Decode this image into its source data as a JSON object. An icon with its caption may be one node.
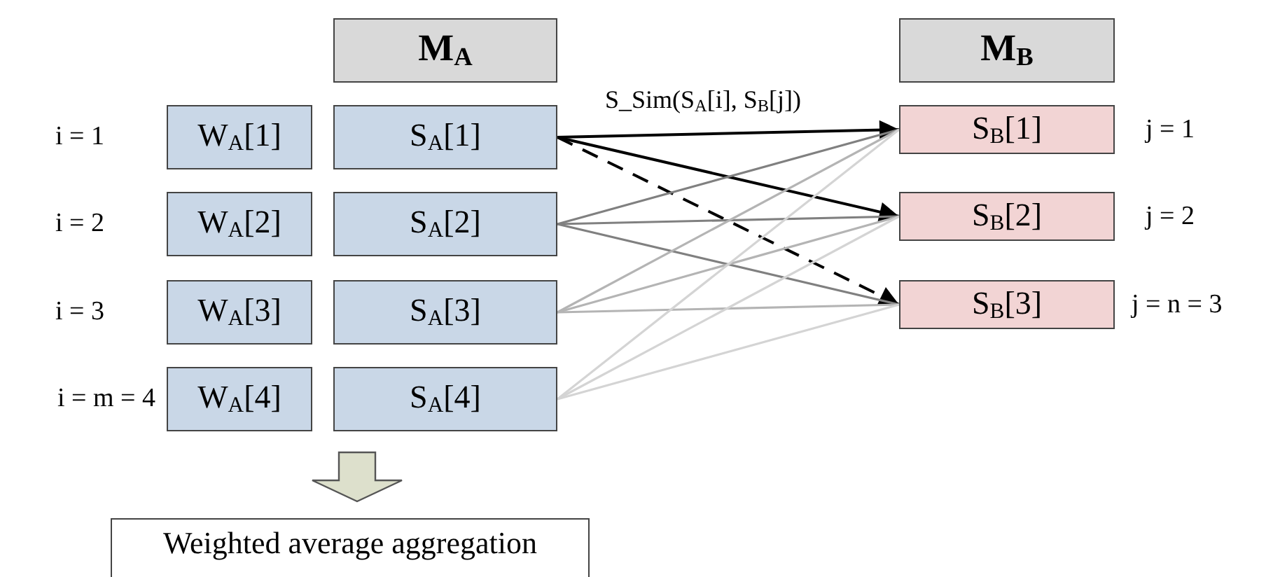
{
  "diagram": {
    "nodes": [
      {
        "text": [
          "M$_{A}$"
        ]
      },
      {
        "text": [
          "M$_{B}$"
        ]
      },
      {
        "text": [
          "W$_{A}$[1]"
        ],
        "beside": [
          "i = 1"
        ]
      },
      {
        "text": [
          "W$_{A}$[2]"
        ],
        "beside": [
          "i = 2"
        ]
      },
      {
        "text": [
          "W$_{A}$[3]"
        ],
        "beside": [
          "i = 3"
        ]
      },
      {
        "text": [
          "W$_{A}$[4]"
        ],
        "beside": [
          "i = m = 4"
        ]
      },
      {
        "text": [
          "S$_{A}$[1]"
        ]
      },
      {
        "text": [
          "S$_{A}$[2]"
        ]
      },
      {
        "text": [
          "S$_{A}$[3]"
        ]
      },
      {
        "text": [
          "S$_{A}$[4]"
        ]
      },
      {
        "text": [
          "S$_{B}$[1]"
        ],
        "beside": [
          "j = 1"
        ]
      },
      {
        "text": [
          "S$_{B}$[2]"
        ],
        "beside": [
          "j = 2"
        ]
      },
      {
        "text": [
          "S$_{B}$[3]"
        ],
        "beside": [
          "j = n = 3"
        ]
      },
      {
        "text": [
          "Weighted average aggregation"
        ]
      }
    ],
    "edges": [
      {
        "from": 6,
        "to": 10,
        "arrow": "to",
        "label": "S_Sim(S$_{A}$[i], S$_{B}$[j])",
        "color": "#000000"
      },
      {
        "from": 6,
        "to": 11,
        "arrow": "to",
        "color": "#000000"
      },
      {
        "from": 6,
        "to": 12,
        "arrow": "to",
        "style": "dashed",
        "color": "#000000"
      },
      {
        "from": 7,
        "to": 10,
        "arrow": "none",
        "color": "#808080"
      },
      {
        "from": 7,
        "to": 11,
        "arrow": "none",
        "color": "#808080"
      },
      {
        "from": 7,
        "to": 12,
        "arrow": "none",
        "color": "#808080"
      },
      {
        "from": 8,
        "to": 10,
        "arrow": "none",
        "color": "#b4b4b4"
      },
      {
        "from": 8,
        "to": 11,
        "arrow": "none",
        "color": "#b4b4b4"
      },
      {
        "from": 8,
        "to": 12,
        "arrow": "none",
        "color": "#b4b4b4"
      },
      {
        "from": 9,
        "to": 10,
        "arrow": "none",
        "color": "#d4d4d4"
      },
      {
        "from": 9,
        "to": 11,
        "arrow": "none",
        "color": "#d4d4d4"
      },
      {
        "from": 9,
        "to": 12,
        "arrow": "none",
        "color": "#d4d4d4"
      },
      {
        "from": null,
        "to": 13,
        "arrow": "to",
        "style": "thick",
        "color": "#dde0cc"
      }
    ]
  }
}
